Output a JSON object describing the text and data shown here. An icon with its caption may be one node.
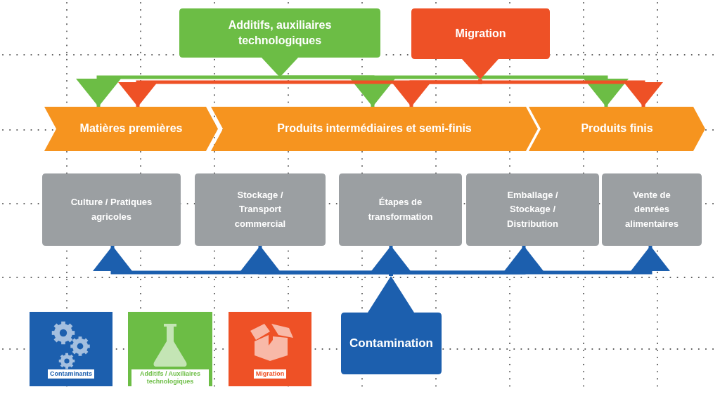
{
  "diagram": {
    "nodes": [
      {
        "text": [
          "Additifs, auxiliaires technologiques"
        ]
      },
      {
        "text": [
          "Migration"
        ]
      },
      {
        "text": [
          "Matières premières"
        ]
      },
      {
        "text": [
          "Produits intermédiaires et semi-finis"
        ]
      },
      {
        "text": [
          "Produits finis"
        ]
      },
      {
        "text": [
          "Culture / Pratiques agricoles"
        ]
      },
      {
        "text": [
          "Stockage / Transport commercial"
        ]
      },
      {
        "text": [
          "Étapes de transformation"
        ]
      },
      {
        "text": [
          "Emballage / Stockage / Distribution"
        ]
      },
      {
        "text": [
          "Vente de denrées alimentaires"
        ]
      },
      {
        "text": [
          "Contamination"
        ]
      }
    ],
    "edges": [
      {
        "from": 0,
        "to": 2,
        "arrow": "to",
        "color": "#6cbd45"
      },
      {
        "from": 0,
        "to": 3,
        "arrow": "to",
        "color": "#6cbd45"
      },
      {
        "from": 0,
        "to": 4,
        "arrow": "to",
        "color": "#6cbd45"
      },
      {
        "from": 1,
        "to": 2,
        "arrow": "to",
        "color": "#ee5126"
      },
      {
        "from": 1,
        "to": 3,
        "arrow": "to",
        "color": "#ee5126"
      },
      {
        "from": 1,
        "to": 4,
        "arrow": "to",
        "color": "#ee5126"
      },
      {
        "from": 10,
        "to": 5,
        "arrow": "to",
        "color": "#1c5fae"
      },
      {
        "from": 10,
        "to": 6,
        "arrow": "to",
        "color": "#1c5fae"
      },
      {
        "from": 10,
        "to": 7,
        "arrow": "to",
        "color": "#1c5fae"
      },
      {
        "from": 10,
        "to": 8,
        "arrow": "to",
        "color": "#1c5fae"
      },
      {
        "from": 10,
        "to": 9,
        "arrow": "to",
        "color": "#1c5fae"
      }
    ],
    "legend": [
      {
        "text": "Contaminants",
        "color": "#1c5fae"
      },
      {
        "text": "Additifs / Auxiliaires technologiques",
        "color": "#6cbd45"
      },
      {
        "text": "Migration",
        "color": "#ee5126"
      }
    ]
  }
}
